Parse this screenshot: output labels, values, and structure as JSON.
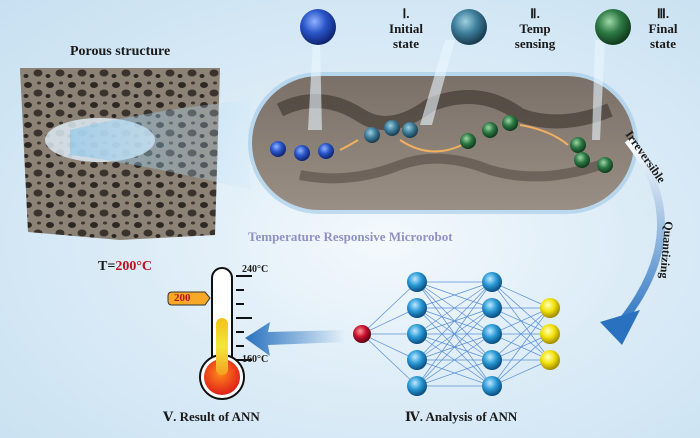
{
  "porous": {
    "title": "Porous structure",
    "temp_prefix": "T=",
    "temp_value": "200°C"
  },
  "states": [
    {
      "numeral": "Ⅰ.",
      "line1": "Initial",
      "line2": "state",
      "color": "#2a55c8"
    },
    {
      "numeral": "Ⅱ.",
      "line1": "Temp",
      "line2": "sensing",
      "color": "#3f7f9c"
    },
    {
      "numeral": "Ⅲ.",
      "line1": "Final",
      "line2": "state",
      "color": "#2e7a45"
    }
  ],
  "microrobot_label": "Temperature Responsive Microrobot",
  "curve_labels": {
    "irreversible": "Irreversible",
    "quantizing": "Quantizing"
  },
  "ann": {
    "label": "Ⅳ. Analysis of ANN",
    "layers": [
      1,
      5,
      5,
      3
    ],
    "colors": {
      "input": "#c8102e",
      "hidden": "#2a9ad6",
      "output": "#f2e20a"
    }
  },
  "thermometer": {
    "label": "Ⅴ. Result of ANN",
    "max_label": "240°C",
    "min_label": "160°C",
    "reading": "200",
    "min": 160,
    "max": 240,
    "value": 200
  },
  "colors": {
    "accent_red": "#c0101e",
    "arrow_blue": "#2a72c0"
  }
}
